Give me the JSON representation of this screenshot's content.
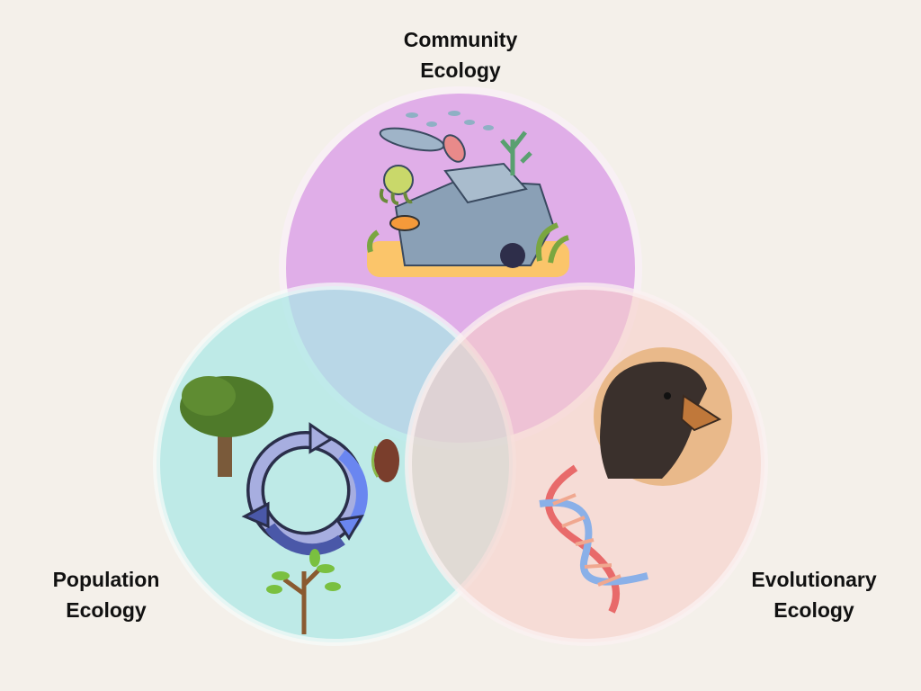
{
  "labels": {
    "community": [
      "Community",
      "Ecology"
    ],
    "population": [
      "Population",
      "Ecology"
    ],
    "evolutionary": [
      "Evolutionary",
      "Ecology"
    ]
  },
  "colors": {
    "background": "#f4f0ea",
    "community": "#e0aee8",
    "population": "#a9e8e6",
    "evolutionary": "#f6cfc8"
  }
}
